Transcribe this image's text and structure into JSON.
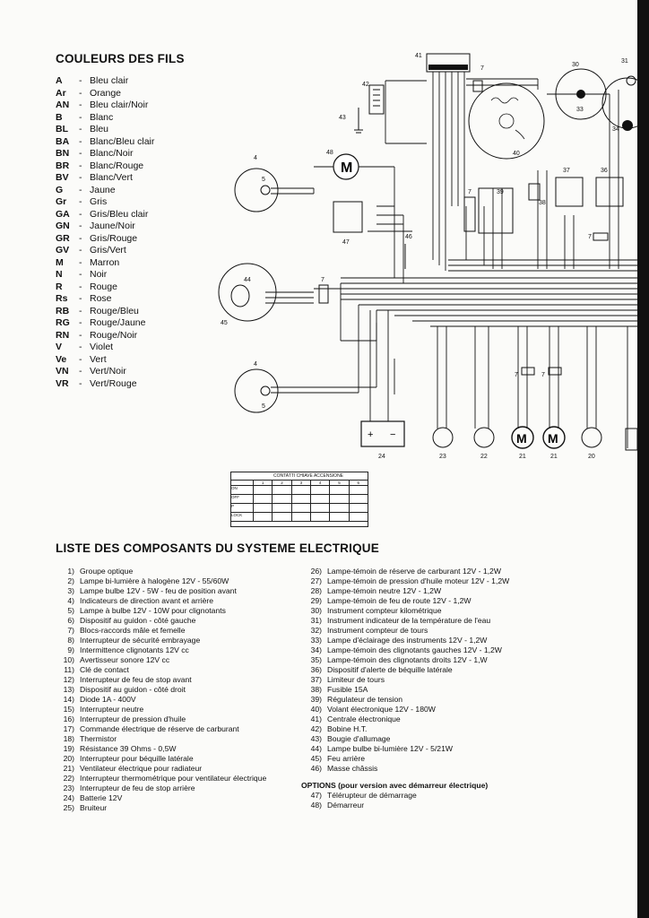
{
  "colors_title": "COULEURS DES FILS",
  "colors": [
    {
      "code": "A",
      "name": "Bleu clair"
    },
    {
      "code": "Ar",
      "name": "Orange"
    },
    {
      "code": "AN",
      "name": "Bleu clair/Noir"
    },
    {
      "code": "B",
      "name": "Blanc"
    },
    {
      "code": "BL",
      "name": "Bleu"
    },
    {
      "code": "BA",
      "name": "Blanc/Bleu clair"
    },
    {
      "code": "BN",
      "name": "Blanc/Noir"
    },
    {
      "code": "BR",
      "name": "Blanc/Rouge"
    },
    {
      "code": "BV",
      "name": "Blanc/Vert"
    },
    {
      "code": "G",
      "name": "Jaune"
    },
    {
      "code": "Gr",
      "name": "Gris"
    },
    {
      "code": "GA",
      "name": "Gris/Bleu clair"
    },
    {
      "code": "GN",
      "name": "Jaune/Noir"
    },
    {
      "code": "GR",
      "name": "Gris/Rouge"
    },
    {
      "code": "GV",
      "name": "Gris/Vert"
    },
    {
      "code": "M",
      "name": "Marron"
    },
    {
      "code": "N",
      "name": "Noir"
    },
    {
      "code": "R",
      "name": "Rouge"
    },
    {
      "code": "Rs",
      "name": "Rose"
    },
    {
      "code": "RB",
      "name": "Rouge/Bleu"
    },
    {
      "code": "RG",
      "name": "Rouge/Jaune"
    },
    {
      "code": "RN",
      "name": "Rouge/Noir"
    },
    {
      "code": "V",
      "name": "Violet"
    },
    {
      "code": "Ve",
      "name": "Vert"
    },
    {
      "code": "VN",
      "name": "Vert/Noir"
    },
    {
      "code": "VR",
      "name": "Vert/Rouge"
    }
  ],
  "components_title": "LISTE DES COMPOSANTS DU SYSTEME ELECTRIQUE",
  "components_left": [
    {
      "num": "1)",
      "text": "Groupe optique"
    },
    {
      "num": "2)",
      "text": "Lampe bi-lumière à halogène 12V - 55/60W"
    },
    {
      "num": "3)",
      "text": "Lampe bulbe 12V - 5W - feu de position avant"
    },
    {
      "num": "4)",
      "text": "Indicateurs de direction avant et arrière"
    },
    {
      "num": "5)",
      "text": "Lampe à bulbe 12V - 10W pour clignotants"
    },
    {
      "num": "6)",
      "text": "Dispositif au guidon - côté gauche"
    },
    {
      "num": "7)",
      "text": "Blocs-raccords mâle et femelle"
    },
    {
      "num": "8)",
      "text": "Interrupteur de sécurité embrayage"
    },
    {
      "num": "9)",
      "text": "Intermittence clignotants 12V cc"
    },
    {
      "num": "10)",
      "text": "Avertisseur sonore 12V cc"
    },
    {
      "num": "11)",
      "text": "Clé de contact"
    },
    {
      "num": "12)",
      "text": "Interrupteur de feu de stop avant"
    },
    {
      "num": "13)",
      "text": "Dispositif au guidon - côté droit"
    },
    {
      "num": "14)",
      "text": "Diode 1A - 400V"
    },
    {
      "num": "15)",
      "text": "Interrupteur neutre"
    },
    {
      "num": "16)",
      "text": "Interrupteur de pression d'huile"
    },
    {
      "num": "17)",
      "text": "Commande électrique de réserve de carburant"
    },
    {
      "num": "18)",
      "text": "Thermistor"
    },
    {
      "num": "19)",
      "text": "Résistance 39 Ohms - 0,5W"
    },
    {
      "num": "20)",
      "text": "Interrupteur pour béquille latérale"
    },
    {
      "num": "21)",
      "text": "Ventilateur électrique pour radiateur"
    },
    {
      "num": "22)",
      "text": "Interrupteur thermométrique pour ventilateur électrique"
    },
    {
      "num": "23)",
      "text": "Interrupteur de feu de stop arrière"
    },
    {
      "num": "24)",
      "text": "Batterie 12V"
    },
    {
      "num": "25)",
      "text": "Bruiteur"
    }
  ],
  "components_right": [
    {
      "num": "26)",
      "text": "Lampe-témoin de réserve de carburant 12V - 1,2W"
    },
    {
      "num": "27)",
      "text": "Lampe-témoin de pression d'huile moteur 12V - 1,2W"
    },
    {
      "num": "28)",
      "text": "Lampe-témoin neutre 12V - 1,2W"
    },
    {
      "num": "29)",
      "text": "Lampe-témoin de feu de route 12V - 1,2W"
    },
    {
      "num": "30)",
      "text": "Instrument compteur kilométrique"
    },
    {
      "num": "31)",
      "text": "Instrument indicateur de la température de l'eau"
    },
    {
      "num": "32)",
      "text": "Instrument compteur de tours"
    },
    {
      "num": "33)",
      "text": "Lampe d'éclairage des instruments 12V - 1,2W"
    },
    {
      "num": "34)",
      "text": "Lampe-témoin des clignotants gauches 12V - 1,2W"
    },
    {
      "num": "35)",
      "text": "Lampe-témoin des clignotants droits 12V - 1,W"
    },
    {
      "num": "36)",
      "text": "Dispositif d'alerte de béquille latérale"
    },
    {
      "num": "37)",
      "text": "Limiteur de tours"
    },
    {
      "num": "38)",
      "text": "Fusible 15A"
    },
    {
      "num": "39)",
      "text": "Régulateur de tension"
    },
    {
      "num": "40)",
      "text": "Volant électronique 12V - 180W"
    },
    {
      "num": "41)",
      "text": "Centrale électronique"
    },
    {
      "num": "42)",
      "text": "Bobine H.T."
    },
    {
      "num": "43)",
      "text": "Bougie d'allumage"
    },
    {
      "num": "44)",
      "text": "Lampe bulbe bi-lumière 12V - 5/21W"
    },
    {
      "num": "45)",
      "text": "Feu arrière"
    },
    {
      "num": "46)",
      "text": "Masse châssis"
    }
  ],
  "options_title": "OPTIONS (pour version avec démarreur électrique)",
  "options": [
    {
      "num": "47)",
      "text": "Télérupteur de démarrage"
    },
    {
      "num": "48)",
      "text": "Démarreur"
    }
  ],
  "diagram": {
    "labels": {
      "l41": "41",
      "l42": "42",
      "l43": "43",
      "l40": "40",
      "l30": "30",
      "l31": "31",
      "l33": "33",
      "l34": "34",
      "l4a": "4",
      "l5a": "5",
      "l48": "48",
      "l37": "37",
      "l36": "36",
      "l39": "39",
      "l7a": "7",
      "l7b": "7",
      "l7c": "7",
      "l7d": "7",
      "l7e": "7",
      "l7f": "7",
      "l38": "38",
      "l47": "47",
      "l46": "46",
      "l44": "44",
      "l45": "45",
      "l4b": "4",
      "l5b": "5",
      "l24": "24",
      "l23": "23",
      "l22": "22",
      "l21a": "21",
      "l21b": "21",
      "l20": "20"
    },
    "motor_symbol": "M",
    "plus": "+",
    "minus": "−",
    "key_table": {
      "header": "CONTATTI CHIAVE ACCENSIONE",
      "cols": [
        "1",
        "2",
        "3",
        "4",
        "5",
        "6"
      ],
      "rows": [
        "ON",
        "OFF",
        "P",
        "LOCK"
      ]
    }
  }
}
